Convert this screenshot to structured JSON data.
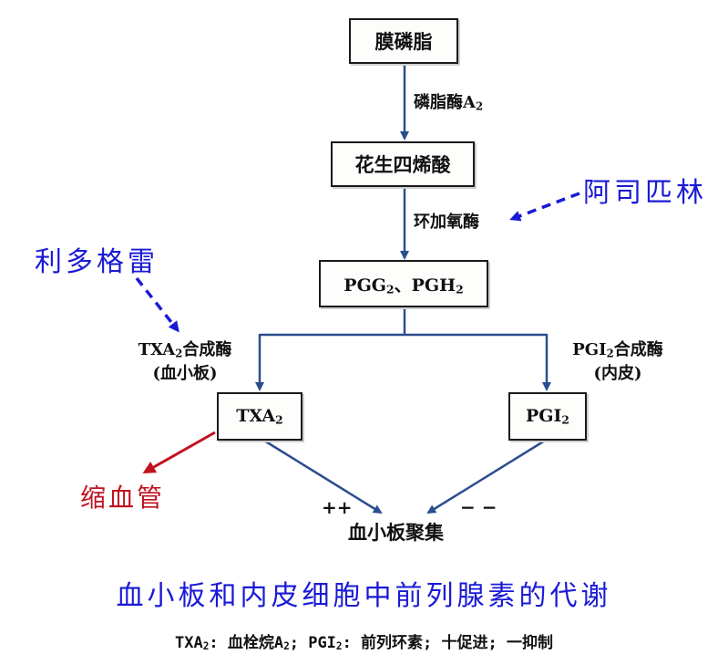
{
  "nodes": {
    "phospholipid": "膜磷脂",
    "arachidonic_acid": "花生四烯酸",
    "pgg_pgh": {
      "pre": "PGG",
      "sub1": "2",
      "mid": "、PGH",
      "sub2": "2"
    },
    "txa2": {
      "pre": "TXA",
      "sub": "2"
    },
    "pgi2": {
      "pre": "PGI",
      "sub": "2"
    },
    "aggregation": "血小板聚集"
  },
  "enzymes": {
    "pla2": {
      "pre": "磷脂酶A",
      "sub": "2"
    },
    "cox": "环加氧酶",
    "txa2_synthase": {
      "pre": "TXA",
      "sub": "2",
      "post": "合成酶",
      "note": "(血小板)"
    },
    "pgi2_synthase": {
      "pre": "PGI",
      "sub": "2",
      "post": "合成酶",
      "note": "(内皮)"
    }
  },
  "drugs": {
    "aspirin": "阿司匹林",
    "ridogrel": "利多格雷"
  },
  "effects": {
    "vasoconstriction": "缩血管",
    "promote": "++",
    "inhibit": "− −"
  },
  "title": "血小板和内皮细胞中前列腺素的代谢",
  "legend": {
    "txa2_term": "TXA",
    "txa2_sub": "2",
    "txa2_def": ": 血栓烷A",
    "txa2_def_sub": "2",
    "pgi2_term": "; PGI",
    "pgi2_sub": "2",
    "pgi2_def": ": 前列环素; 十促进; 一抑制"
  },
  "colors": {
    "flow_arrow": "#2a4d8f",
    "drug_text": "#1a1ad6",
    "vaso_arrow": "#c1121f"
  }
}
